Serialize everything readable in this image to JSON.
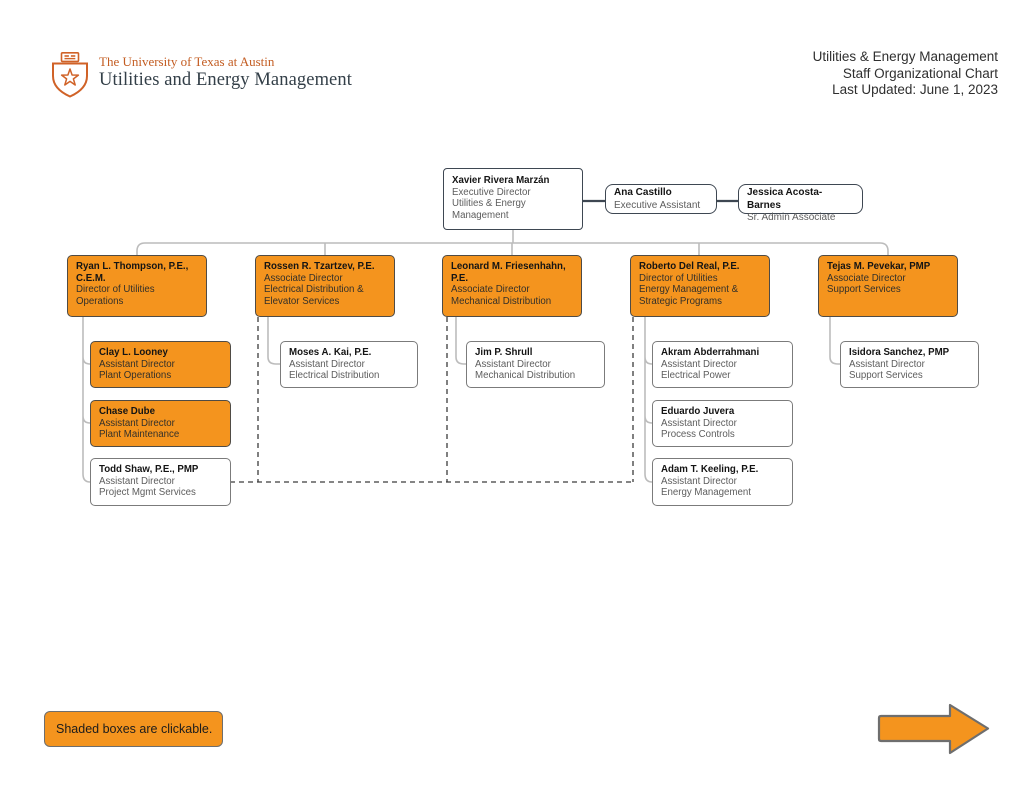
{
  "header": {
    "brand": {
      "institution": "The University of Texas at Austin",
      "department": "Utilities and Energy Management"
    },
    "title_lines": [
      "Utilities & Energy Management",
      "Staff Organizational Chart",
      "Last Updated: June 1, 2023"
    ]
  },
  "legend": {
    "note": "Shaded boxes are clickable."
  },
  "icons": {
    "brand_logo": "university-shield-with-star",
    "next_page": "right-arrow"
  },
  "colors": {
    "shaded_box_fill": "#F4941E",
    "shaded_box_border": "#4F4B45",
    "plain_box_border": "#7B7B7B",
    "exec_box_border": "#3E4752",
    "tree_connector": "#BCBCBC",
    "exec_connector": "#3E4752",
    "dashed_connector": "#3C3C3C",
    "brand_orange": "#C35C21",
    "brand_navy": "#333F48"
  },
  "nodes": {
    "xavier": {
      "name": "Xavier Rivera Marzán",
      "title": "Executive Director\nUtilities & Energy\nManagement",
      "shaded": false
    },
    "ana": {
      "name": "Ana Castillo",
      "title": "Executive Assistant",
      "shaded": false
    },
    "jessica": {
      "name": "Jessica Acosta-Barnes",
      "title": "Sr. Admin Associate",
      "shaded": false
    },
    "ryan": {
      "name": "Ryan L. Thompson, P.E.,\nC.E.M.",
      "title": "Director of Utilities\nOperations",
      "shaded": true
    },
    "rossen": {
      "name": "Rossen R. Tzartzev, P.E.",
      "title": "Associate Director\nElectrical Distribution &\nElevator Services",
      "shaded": true
    },
    "leonard": {
      "name": "Leonard M. Friesenhahn,\nP.E.",
      "title": "Associate Director\nMechanical Distribution",
      "shaded": true
    },
    "roberto": {
      "name": "Roberto Del Real, P.E.",
      "title": "Director of Utilities\nEnergy Management &\nStrategic Programs",
      "shaded": true
    },
    "tejas": {
      "name": "Tejas M. Pevekar, PMP",
      "title": "Associate Director\nSupport Services",
      "shaded": true
    },
    "clay": {
      "name": "Clay L. Looney",
      "title": "Assistant Director\nPlant Operations",
      "shaded": true
    },
    "chase": {
      "name": "Chase Dube",
      "title": "Assistant Director\nPlant Maintenance",
      "shaded": true
    },
    "todd": {
      "name": "Todd Shaw, P.E., PMP",
      "title": "Assistant Director\nProject Mgmt Services",
      "shaded": false
    },
    "moses": {
      "name": "Moses A. Kai, P.E.",
      "title": "Assistant Director\nElectrical Distribution",
      "shaded": false
    },
    "jim": {
      "name": "Jim P. Shrull",
      "title": "Assistant Director\nMechanical Distribution",
      "shaded": false
    },
    "akram": {
      "name": "Akram Abderrahmani",
      "title": "Assistant Director\nElectrical Power",
      "shaded": false
    },
    "eduardo": {
      "name": "Eduardo Juvera",
      "title": "Assistant Director\nProcess Controls",
      "shaded": false
    },
    "adam": {
      "name": "Adam T. Keeling, P.E.",
      "title": "Assistant Director\nEnergy Management",
      "shaded": false
    },
    "isidora": {
      "name": "Isidora Sanchez, PMP",
      "title": "Assistant Director\nSupport Services",
      "shaded": false
    }
  }
}
